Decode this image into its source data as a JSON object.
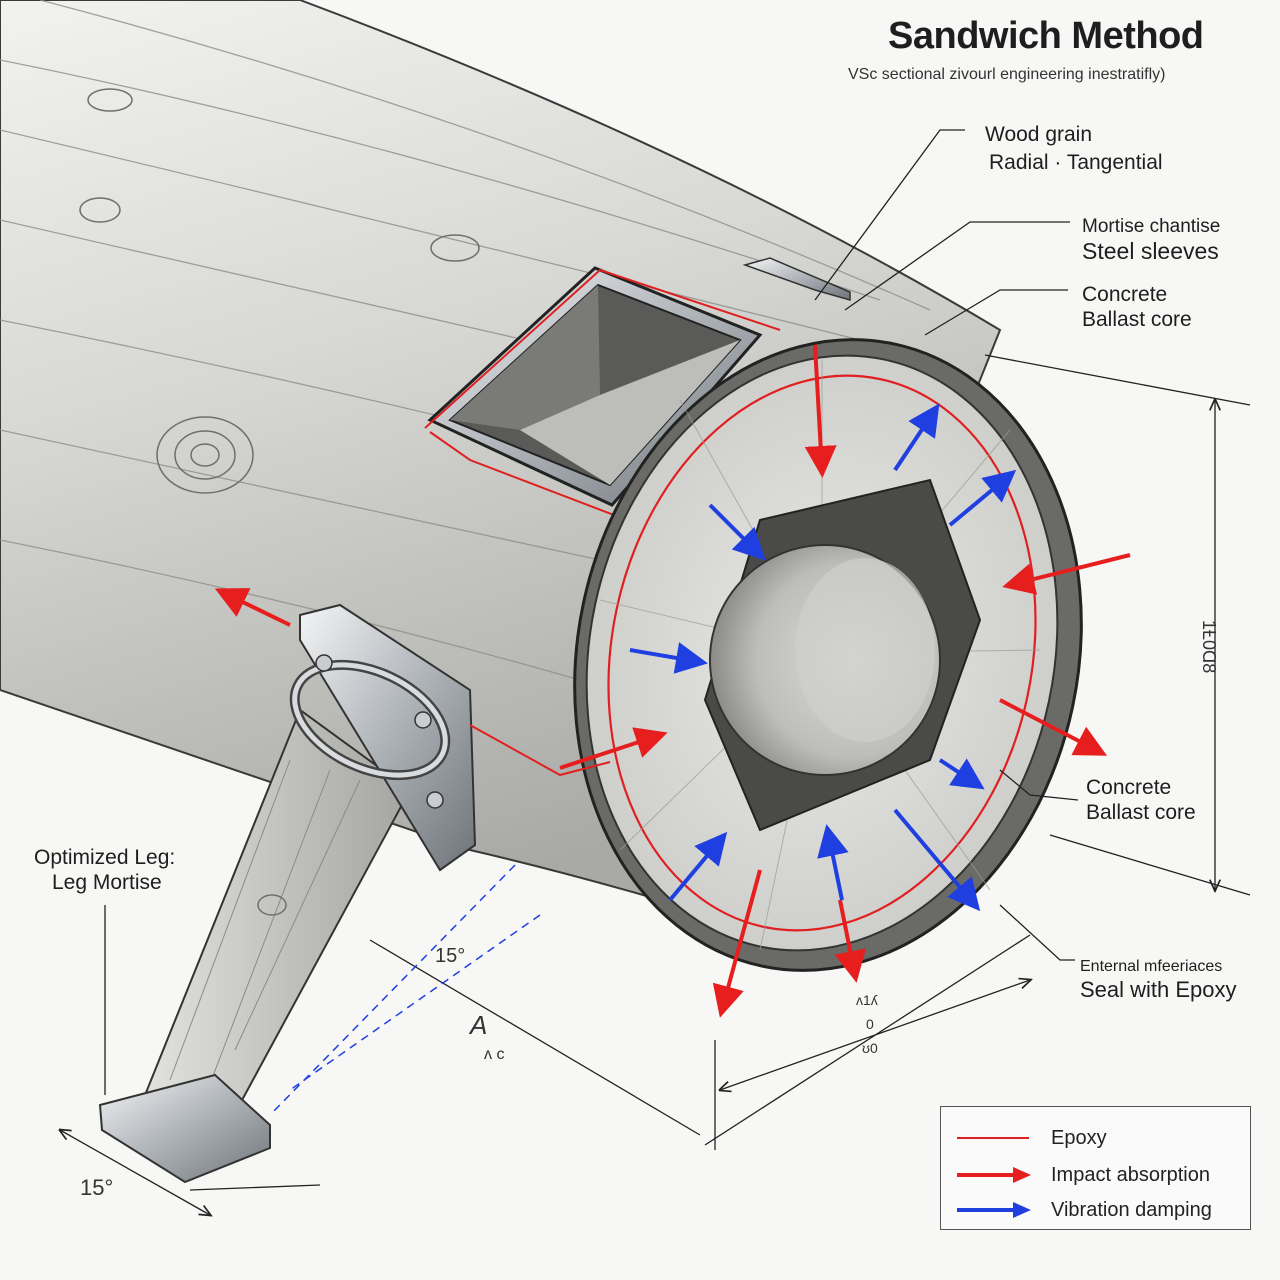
{
  "title": "Sandwich Method",
  "subtitle": "VSc sectional zivourl engineering inestratifly)",
  "callouts": {
    "wood_grain": {
      "line1": "Wood grain",
      "line2": "Radial · Tangential"
    },
    "mortise": {
      "line1": "Mortise chantise",
      "line2": "Steel sleeves"
    },
    "ballast_top": {
      "line1": "Concrete",
      "line2": "Ballast core"
    },
    "ballast_right": {
      "line1": "Concrete",
      "line2": "Ballast core"
    },
    "external": {
      "line1": "Enternal mfeeriaces",
      "line2": "Seal with Epoxy"
    },
    "leg": {
      "line1": "Optimized Leg:",
      "line2": "Leg Mortise"
    }
  },
  "dimensions": {
    "vertical": "1Ƚ0Ɑ8",
    "angle_upper": "15°",
    "angle_lower": "15°",
    "bottom_a": "ʌ1ʎ",
    "bottom_b": "0",
    "bottom_c": "ʊ0",
    "leg_mark_a": "A",
    "leg_mark_b": "ʌ c"
  },
  "legend": {
    "items": [
      {
        "label": "Epoxy",
        "kind": "line",
        "color": "#e02020"
      },
      {
        "label": "Impact absorption",
        "kind": "arrow",
        "color": "#e61e1e"
      },
      {
        "label": "Vibration damping",
        "kind": "arrow",
        "color": "#1f3fe0"
      }
    ]
  },
  "colors": {
    "epoxy": "#e02020",
    "impact": "#e61e1e",
    "vibration": "#1f3fe0",
    "steel": "#9aa0a6",
    "wood": "#d9d9d6",
    "concrete": "#c8c8c6"
  }
}
